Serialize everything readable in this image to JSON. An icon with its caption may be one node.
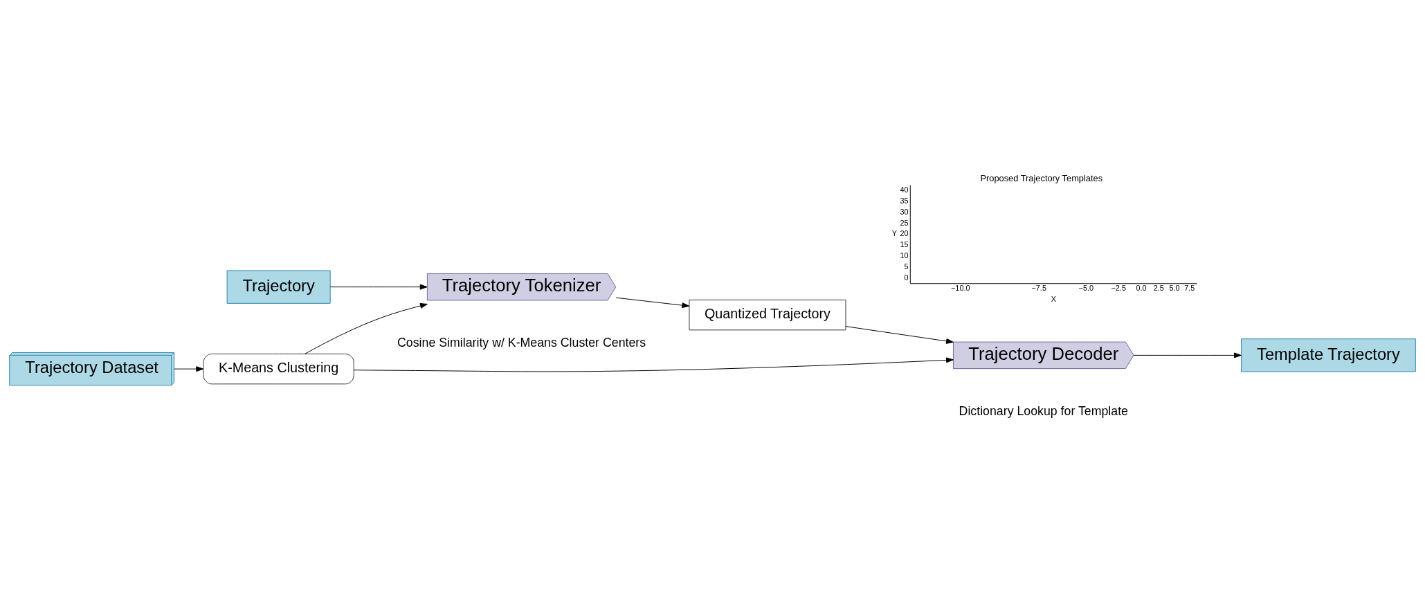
{
  "diagram": {
    "nodes": [
      {
        "text": [
          "Trajectory Dataset"
        ]
      },
      {
        "text": [
          "K-Means Clustering"
        ]
      },
      {
        "text": [
          "Trajectory"
        ]
      },
      {
        "text": [
          "Trajectory Tokenizer"
        ],
        "beside": [
          "Cosine Similarity w/ K-Means Cluster Centers"
        ]
      },
      {
        "text": [
          "Quantized Trajectory"
        ]
      },
      {
        "text": [
          "Trajectory Decoder"
        ],
        "beside": [
          "Dictionary Lookup for Template"
        ]
      },
      {
        "text": [
          "Template Trajectory"
        ]
      }
    ],
    "edges": [
      {
        "from": 0,
        "to": 1,
        "arrow": "to"
      },
      {
        "from": 1,
        "to": 3,
        "arrow": "to"
      },
      {
        "from": 1,
        "to": 5,
        "arrow": "to"
      },
      {
        "from": 2,
        "to": 3,
        "arrow": "to"
      },
      {
        "from": 3,
        "to": 4,
        "arrow": "to"
      },
      {
        "from": 4,
        "to": 5,
        "arrow": "to"
      },
      {
        "from": 5,
        "to": 6,
        "arrow": "to"
      }
    ],
    "labels": [
      "Proposed Trajectory Templates",
      "40",
      "35",
      "30",
      "25",
      "20",
      "15",
      "10",
      "5",
      "0",
      "Y",
      "−10.0",
      "−7.5",
      "−5.0",
      "−2.5",
      "0.0",
      "2.5",
      "5.0",
      "7.5",
      "X"
    ]
  }
}
